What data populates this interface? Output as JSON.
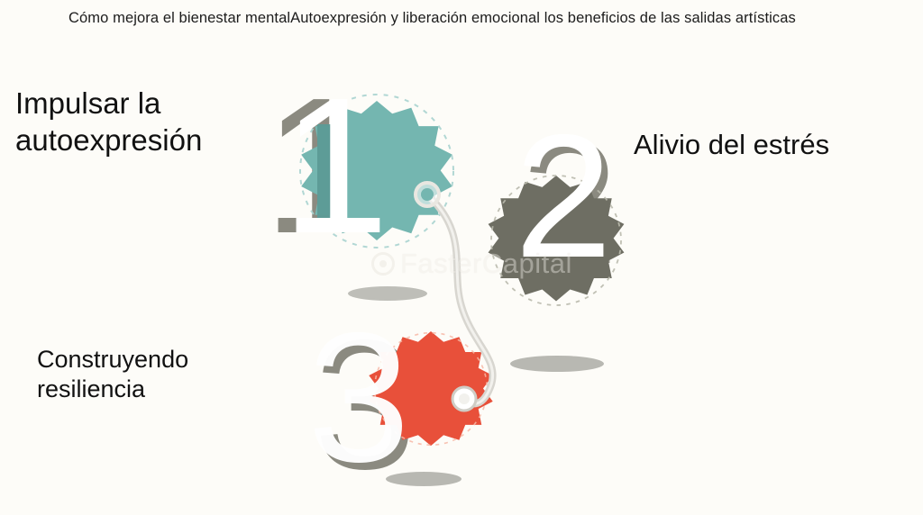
{
  "header": {
    "text": "Cómo mejora el bienestar mentalAutoexpresión y liberación emocional los beneficios de las salidas artísticas"
  },
  "labels": {
    "top_left": "Impulsar la\nautoexpresión",
    "right": "Alivio del estrés",
    "bottom_left": "Construyendo\nresiliencia"
  },
  "badges": [
    {
      "number": "1",
      "color": "#74b6b0",
      "label_ref": "Impulsar la autoexpresión"
    },
    {
      "number": "2",
      "color": "#6e6e63",
      "label_ref": "Alivio del estrés"
    },
    {
      "number": "3",
      "color": "#e8503a",
      "label_ref": "Construyendo resiliencia"
    }
  ],
  "watermark": {
    "text": "FasterCapital",
    "mark": "circle-logo-icon"
  },
  "colors": {
    "background": "#fdfcf8",
    "teal": "#74b6b0",
    "teal_dark": "#5c9b96",
    "gray": "#6e6e63",
    "red": "#e8503a",
    "numeral_shadow": "#8b8a80",
    "numeral": "#ffffff",
    "cord": "#d8d6d0",
    "drop_shadow": "#8b8b83",
    "text": "#111111"
  }
}
